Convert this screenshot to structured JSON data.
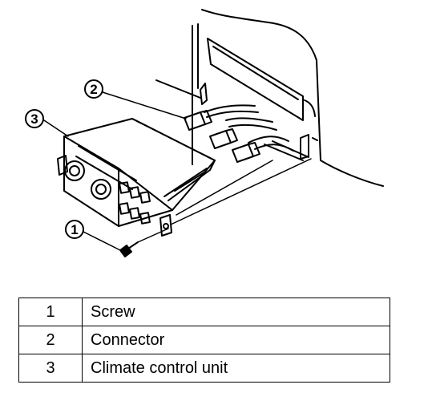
{
  "callouts": [
    "2",
    "3",
    "1"
  ],
  "legend": [
    {
      "number": "1",
      "description": "Screw"
    },
    {
      "number": "2",
      "description": "Connector"
    },
    {
      "number": "3",
      "description": "Climate control unit"
    }
  ]
}
